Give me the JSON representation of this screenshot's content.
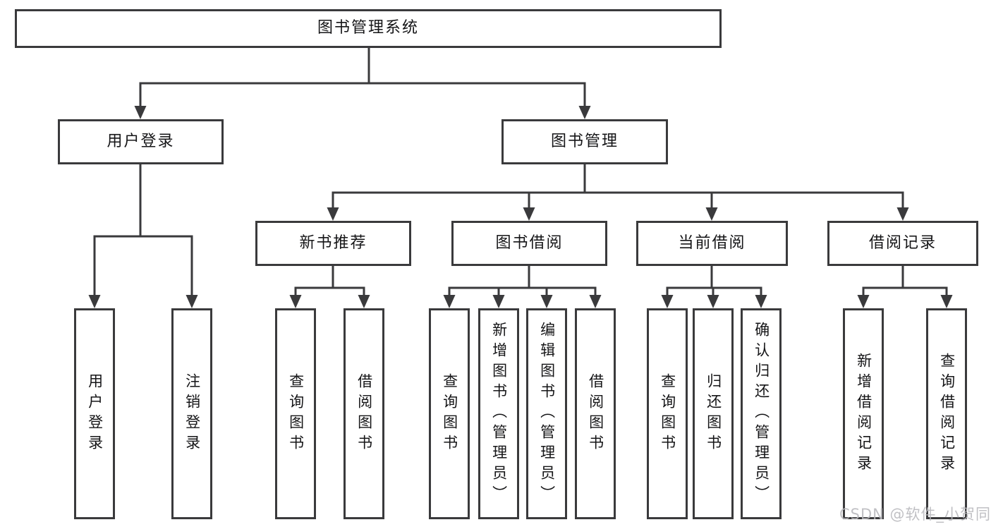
{
  "diagram": {
    "type": "tree",
    "tree": {
      "label": "图书管理系统",
      "children": [
        {
          "label": "用户登录",
          "children": [
            {
              "label": "用户登录"
            },
            {
              "label": "注销登录"
            }
          ]
        },
        {
          "label": "图书管理",
          "children": [
            {
              "label": "新书推荐",
              "children": [
                {
                  "label": "查询图书"
                },
                {
                  "label": "借阅图书"
                }
              ]
            },
            {
              "label": "图书借阅",
              "children": [
                {
                  "label": "查询图书"
                },
                {
                  "label": "新增图书（管理员）"
                },
                {
                  "label": "编辑图书（管理员）"
                },
                {
                  "label": "借阅图书"
                }
              ]
            },
            {
              "label": "当前借阅",
              "children": [
                {
                  "label": "查询图书"
                },
                {
                  "label": "归还图书"
                },
                {
                  "label": "确认归还（管理员）"
                }
              ]
            },
            {
              "label": "借阅记录",
              "children": [
                {
                  "label": "新增借阅记录"
                },
                {
                  "label": "查询借阅记录"
                }
              ]
            }
          ]
        }
      ]
    },
    "colors": {
      "box_border": "#3a3a3c",
      "box_fill": "#ffffff",
      "text": "#151517",
      "connector": "#3a3a3c",
      "watermark": "#b8b8bc",
      "background": "#ffffff"
    }
  },
  "watermark": {
    "text": "CSDN @软件_小贺同学"
  }
}
